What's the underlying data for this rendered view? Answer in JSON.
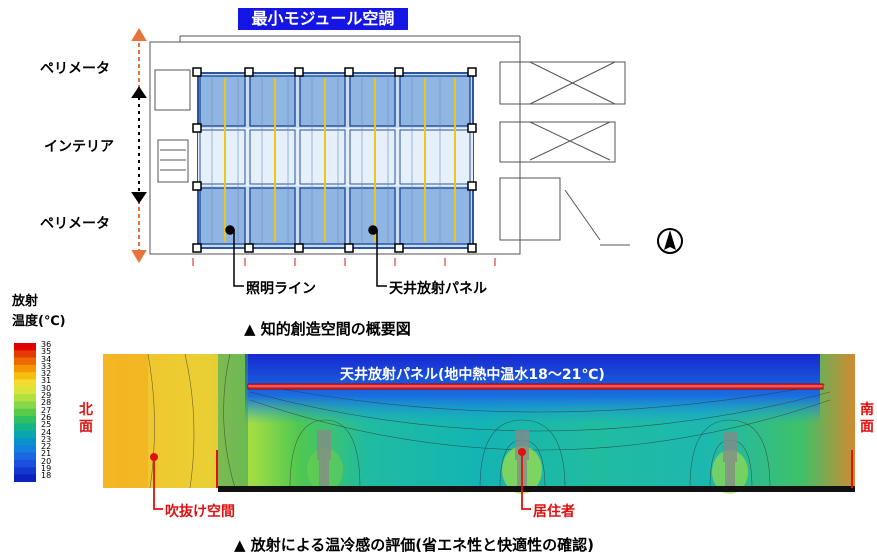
{
  "top_title": "最小モジュール空調",
  "zones": {
    "perimeter_top": "ペリメータ",
    "interior": "インテリア",
    "perimeter_bottom": "ペリメータ"
  },
  "callouts": {
    "lighting_line": "照明ライン",
    "ceiling_panel": "天井放射パネル"
  },
  "caption_top": "▲ 知的創造空間の概要図",
  "scale": {
    "title_line1": "放射",
    "title_line2": "温度(℃)",
    "ticks": [
      "36",
      "35",
      "34",
      "33",
      "32",
      "31",
      "30",
      "29",
      "28",
      "27",
      "26",
      "25",
      "24",
      "23",
      "22",
      "21",
      "20",
      "19",
      "18"
    ],
    "colors": [
      "#e00000",
      "#e43a00",
      "#ee6a00",
      "#f49600",
      "#f6be10",
      "#f2dc30",
      "#d8e63a",
      "#b2e040",
      "#86d848",
      "#56cc4a",
      "#30c060",
      "#14b488",
      "#0aa6b0",
      "#0a92cc",
      "#1280dc",
      "#1a68e0",
      "#1a50dc",
      "#1238d0",
      "#0a22c0"
    ]
  },
  "cfd": {
    "panel_label": "天井放射パネル(地中熱中温水18〜21℃)",
    "north_label": "北面",
    "south_label": "南面",
    "void_label": "吹抜け空間",
    "occupant_label": "居住者"
  },
  "caption_bottom": "▲ 放射による温冷感の評価(省エネ性と快適性の確認)",
  "colors": {
    "title_bg": "#1515e6",
    "annotation_red": "#e01010",
    "arrow_orange": "#e8743a"
  }
}
